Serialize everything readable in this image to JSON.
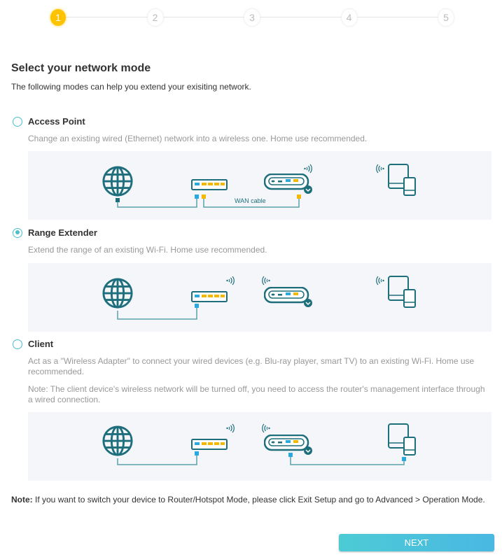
{
  "stepper": {
    "steps": [
      "1",
      "2",
      "3",
      "4",
      "5"
    ],
    "current": 1,
    "accent": "#fdc300"
  },
  "title": "Select your network mode",
  "subtitle": "The following modes can help you extend your exisiting network.",
  "modes": [
    {
      "label": "Access Point",
      "selected": false,
      "description": "Change an existing wired (Ethernet) network into a wireless one. Home use recommended.",
      "diagram_label": "WAN cable"
    },
    {
      "label": "Range Extender",
      "selected": true,
      "description": "Extend the range of an existing Wi-Fi. Home use recommended."
    },
    {
      "label": "Client",
      "selected": false,
      "description": "Act as a \"Wireless Adapter\" to connect your wired devices (e.g. Blu-ray player, smart TV) to an existing Wi-Fi. Home use recommended.",
      "note": "Note: The client device's wireless network will be turned off, you need to access the router's management interface through a wired connection."
    }
  ],
  "footer_note": {
    "bold": "Note:",
    "text": " If you want to switch your device to Router/Hotspot Mode, please click Exit Setup and go to Advanced > Operation Mode."
  },
  "next_label": "NEXT",
  "colors": {
    "teal": "#1e6e7c",
    "port_blue": "#2aa8e0",
    "port_yellow": "#f5b800",
    "radio": "#4bc0cc"
  }
}
